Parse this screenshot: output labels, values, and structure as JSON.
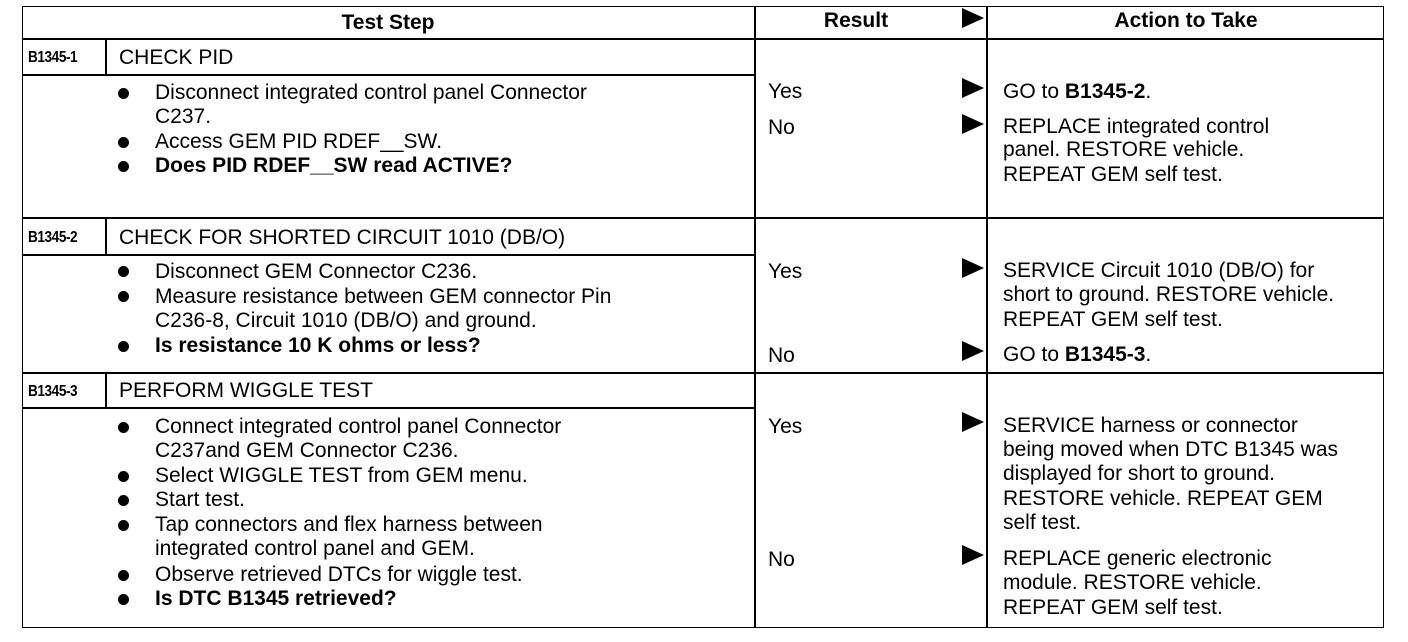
{
  "header": {
    "test_step": "Test Step",
    "result": "Result",
    "action": "Action to Take"
  },
  "steps": [
    {
      "code": "B1345-1",
      "title": "CHECK PID",
      "lines": [
        "Disconnect integrated control panel Connector",
        "C237.",
        "Access GEM PID RDEF__SW.",
        "Does PID RDEF__SW read ACTIVE?"
      ],
      "results": [
        {
          "label": "Yes",
          "action_lines": [
            "GO to ",
            "B1345-2",
            "."
          ]
        },
        {
          "label": "No",
          "action_lines": [
            "REPLACE integrated control",
            "panel.  RESTORE vehicle.",
            "REPEAT GEM  self test."
          ]
        }
      ]
    },
    {
      "code": "B1345-2",
      "title": "CHECK FOR SHORTED CIRCUIT 1010 (DB/O)",
      "lines": [
        "Disconnect GEM Connector C236.",
        "Measure resistance between GEM connector Pin",
        "C236-8, Circuit 1010 (DB/O) and ground.",
        "Is resistance 10 K ohms or less?"
      ],
      "results": [
        {
          "label": "Yes",
          "action_lines": [
            "SERVICE Circuit 1010 (DB/O) for",
            "short to ground. RESTORE vehicle.",
            "REPEAT GEM self test."
          ]
        },
        {
          "label": "No",
          "action_lines": [
            "GO to ",
            "B1345-3",
            "."
          ]
        }
      ]
    },
    {
      "code": "B1345-3",
      "title": "PERFORM WIGGLE TEST",
      "lines": [
        "Connect integrated control panel Connector",
        "C237and GEM Connector C236.",
        "Select WIGGLE TEST from GEM menu.",
        "Start test.",
        "Tap connectors and flex harness between",
        "integrated control panel and GEM.",
        "Observe retrieved DTCs for wiggle test.",
        "Is DTC B1345 retrieved?"
      ],
      "results": [
        {
          "label": "Yes",
          "action_lines": [
            "SERVICE harness or connector",
            "being moved when DTC B1345 was",
            "displayed for short to ground.",
            "RESTORE vehicle. REPEAT GEM",
            "self test."
          ]
        },
        {
          "label": "No",
          "action_lines": [
            "REPLACE generic electronic",
            "module. RESTORE vehicle.",
            "REPEAT GEM self test."
          ]
        }
      ]
    }
  ]
}
